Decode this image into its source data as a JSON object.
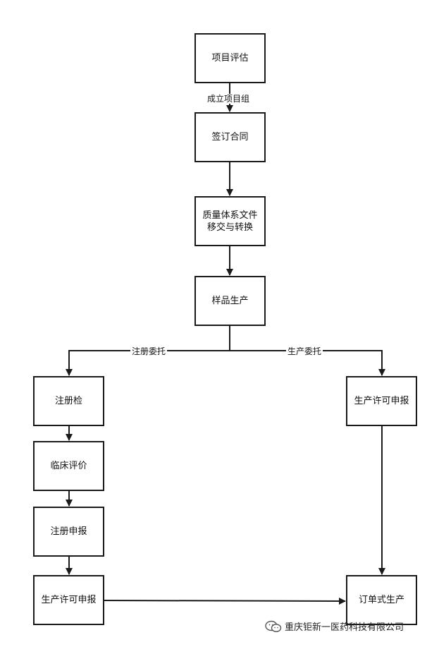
{
  "nodes": {
    "project_eval": "项目评估",
    "sign_contract": "签订合同",
    "quality_docs": "质量体系文件\n移交与转换",
    "sample_production": "样品生产",
    "registration_test": "注册检",
    "clinical_eval": "临床评价",
    "registration_apply": "注册申报",
    "prod_license_left": "生产许可申报",
    "prod_license_right": "生产许可申报",
    "order_production": "订单式生产"
  },
  "edge_labels": {
    "establish_team": "成立项目组",
    "registration_commission": "注册委托",
    "production_commission": "生产委托"
  },
  "watermark": {
    "icon": "wechat-icon",
    "text": "重庆钜新一医药科技有限公司"
  },
  "colors": {
    "stroke": "#1a1a1a",
    "background": "#ffffff"
  }
}
